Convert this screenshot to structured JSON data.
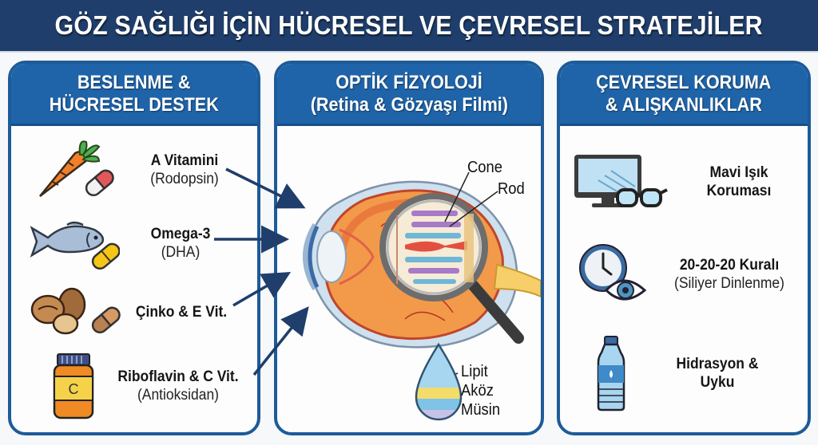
{
  "title": "GÖZ SAĞLIĞI İÇİN HÜCRESEL VE ÇEVRESEL STRATEJİLER",
  "colors": {
    "title_bg": "#1f3e6b",
    "panel_head_bg": "#1f64a9",
    "panel_border": "#1d5b99",
    "arrow": "#1f3e6b"
  },
  "panels": [
    {
      "heading": [
        "BESLENME &",
        "HÜCRESEL DESTEK"
      ],
      "items": [
        {
          "icon": "carrot-pill-icon",
          "main": "A Vitamini",
          "sub": "(Rodopsin)"
        },
        {
          "icon": "fish-capsule-icon",
          "main": "Omega-3",
          "sub": "(DHA)"
        },
        {
          "icon": "nuts-capsule-icon",
          "main": "Çinko & E Vit.",
          "sub": ""
        },
        {
          "icon": "vitamin-bottle-icon",
          "main": "Riboflavin & C Vit.",
          "sub": "(Antioksidan)",
          "bottle_label": "C"
        }
      ]
    },
    {
      "heading": [
        "OPTİK FİZYOLOJİ",
        "(Retina & Gözyaşı Filmi)"
      ],
      "eye_labels": {
        "cone": "Cone",
        "rod": "Rod"
      },
      "tear_labels": {
        "lipid": "Lipit",
        "aqueous": "Aköz",
        "mucin": "Müsin"
      }
    },
    {
      "heading": [
        "ÇEVRESEL KORUMA",
        "& ALIŞKANLIKLAR"
      ],
      "items": [
        {
          "icon": "monitor-glasses-icon",
          "main": "Mavi Işık",
          "main2": "Koruması",
          "sub": ""
        },
        {
          "icon": "clock-eye-icon",
          "main": "20-20-20 Kuralı",
          "sub": "(Siliyer Dinlenme)"
        },
        {
          "icon": "water-bottle-icon",
          "main": "Hidrasyon &",
          "main2": "Uyku",
          "sub": ""
        }
      ]
    }
  ]
}
